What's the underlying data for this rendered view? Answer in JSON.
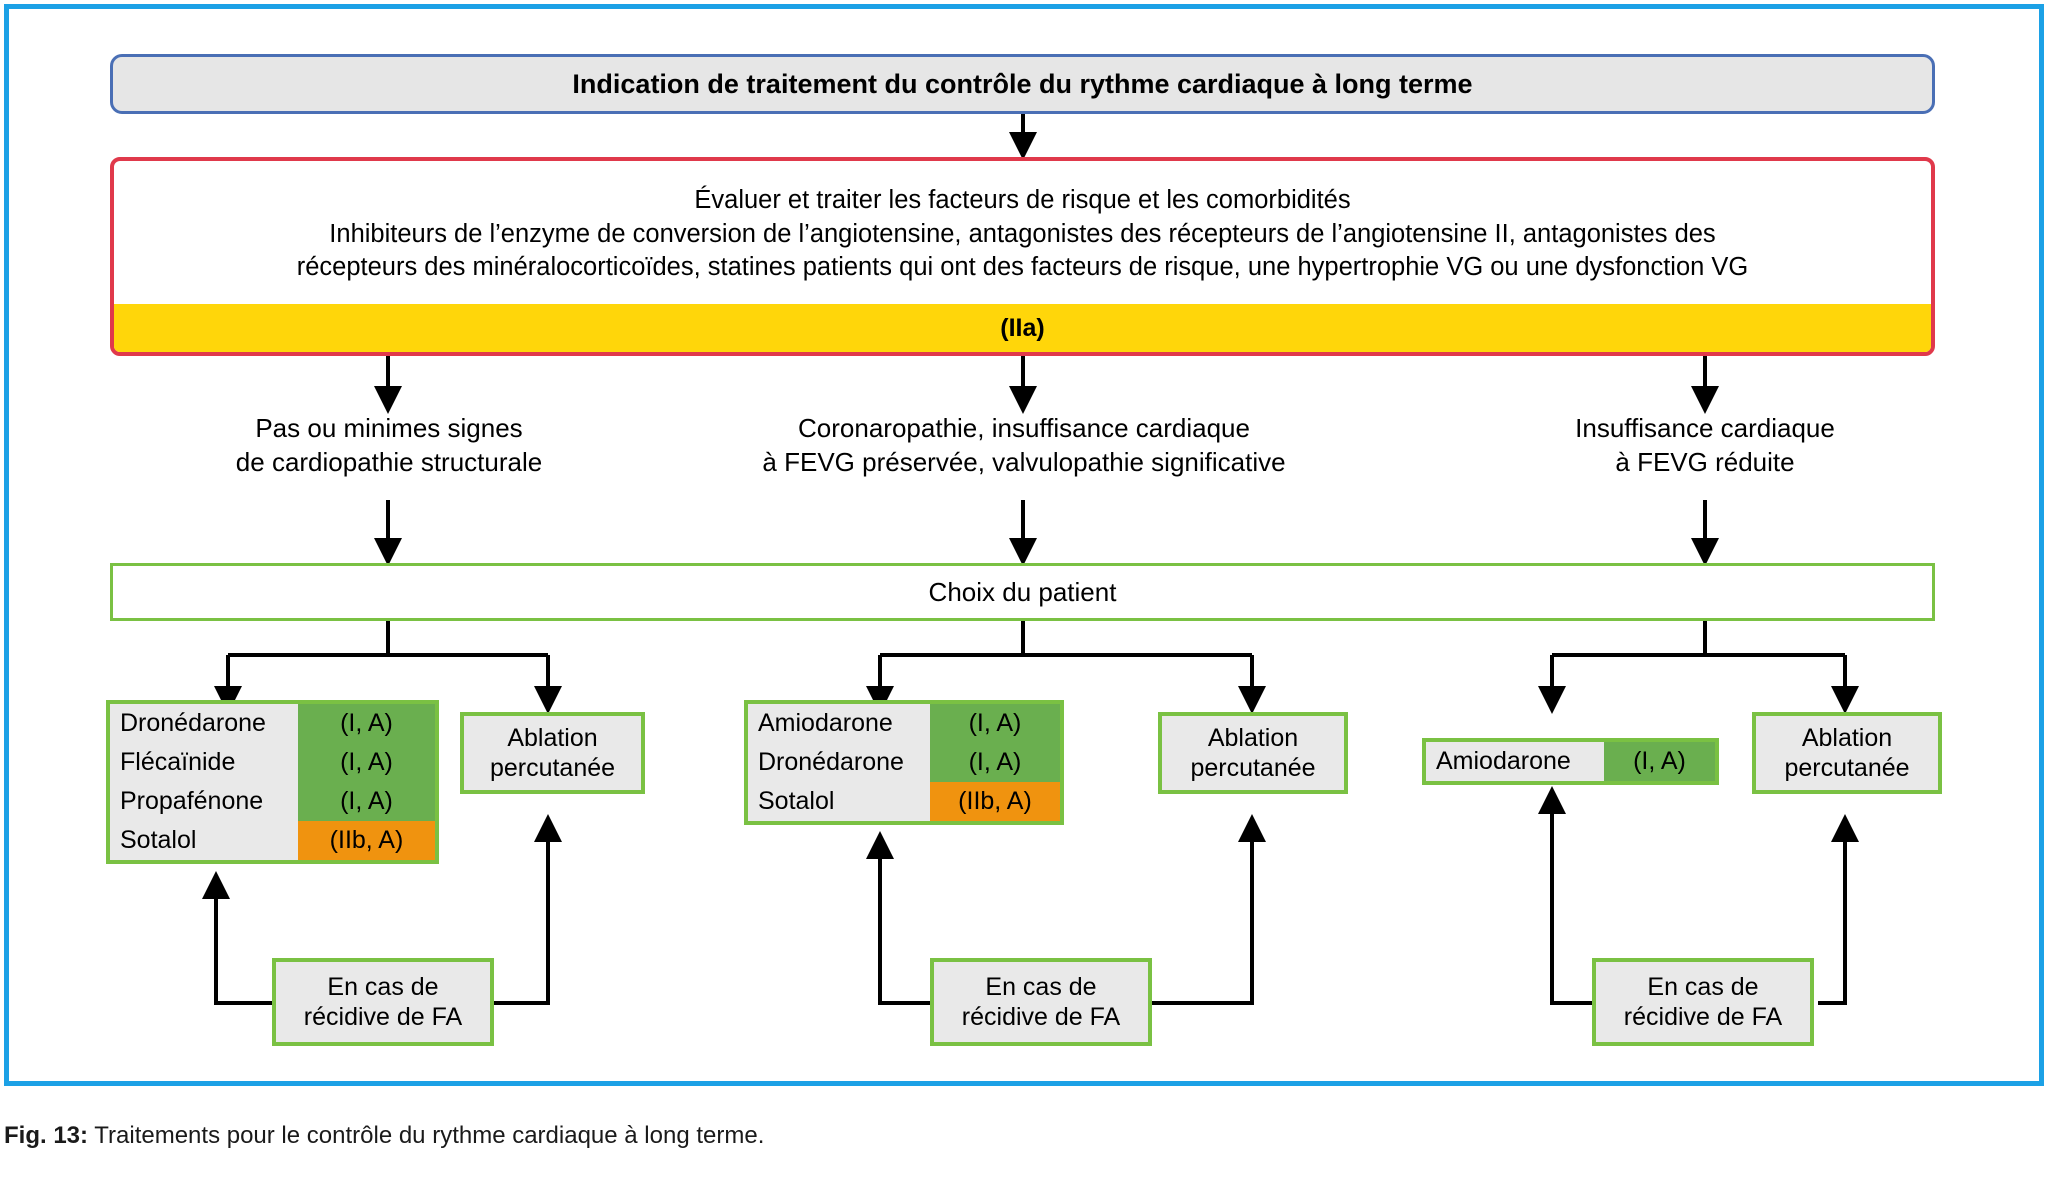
{
  "figure": {
    "caption_label": "Fig. 13:",
    "caption_text": "Traitements pour le contrôle du rythme cardiaque à long terme."
  },
  "colors": {
    "frame_blue": "#1ca1e6",
    "title_border": "#4a6fb5",
    "title_fill": "#e6e6e6",
    "risk_border": "#e0394b",
    "band_yellow": "#ffd60a",
    "box_green": "#7ac143",
    "class_green": "#6aaf4f",
    "class_orange": "#f0930f",
    "box_grey": "#e9e9e9"
  },
  "title": {
    "text": "Indication de traitement du contrôle du rythme cardiaque à long terme"
  },
  "risk_box": {
    "line1": "Évaluer et traiter les facteurs de risque et les comorbidités",
    "line2": "Inhibiteurs de l’enzyme de conversion de l’angiotensine, antagonistes des récepteurs de l’angiotensine II, antagonistes des",
    "line3": "récepteurs des minéralocorticoïdes, statines patients qui ont des facteurs de risque, une hypertrophie VG ou une dysfonction VG",
    "recommendation_class": "(IIa)"
  },
  "branches": [
    {
      "label": "Pas ou minimes signes\nde cardiopathie structurale"
    },
    {
      "label": "Coronaropathie, insuffisance cardiaque\nà FEVG préservée, valvulopathie significative"
    },
    {
      "label": "Insuffisance cardiaque\nà FEVG réduite"
    }
  ],
  "patient_choice": {
    "label": "Choix du patient"
  },
  "groups": [
    {
      "id": "left",
      "drugs": [
        {
          "name": "Dronédarone",
          "class": "(I, A)",
          "level": "green"
        },
        {
          "name": "Flécaïnide",
          "class": "(I, A)",
          "level": "green"
        },
        {
          "name": "Propafénone",
          "class": "(I, A)",
          "level": "green"
        },
        {
          "name": "Sotalol",
          "class": "(IIb, A)",
          "level": "orange"
        }
      ],
      "ablation": "Ablation\npercutanée",
      "recurrence": "En cas de\nrécidive de FA"
    },
    {
      "id": "middle",
      "drugs": [
        {
          "name": "Amiodarone",
          "class": "(I, A)",
          "level": "green"
        },
        {
          "name": "Dronédarone",
          "class": "(I, A)",
          "level": "green"
        },
        {
          "name": "Sotalol",
          "class": "(IIb, A)",
          "level": "orange"
        }
      ],
      "ablation": "Ablation\npercutanée",
      "recurrence": "En cas de\nrécidive de FA"
    },
    {
      "id": "right",
      "drugs": [
        {
          "name": "Amiodarone",
          "class": "(I, A)",
          "level": "green"
        }
      ],
      "ablation": "Ablation\npercutanée",
      "recurrence": "En cas de\nrécidive de FA"
    }
  ]
}
